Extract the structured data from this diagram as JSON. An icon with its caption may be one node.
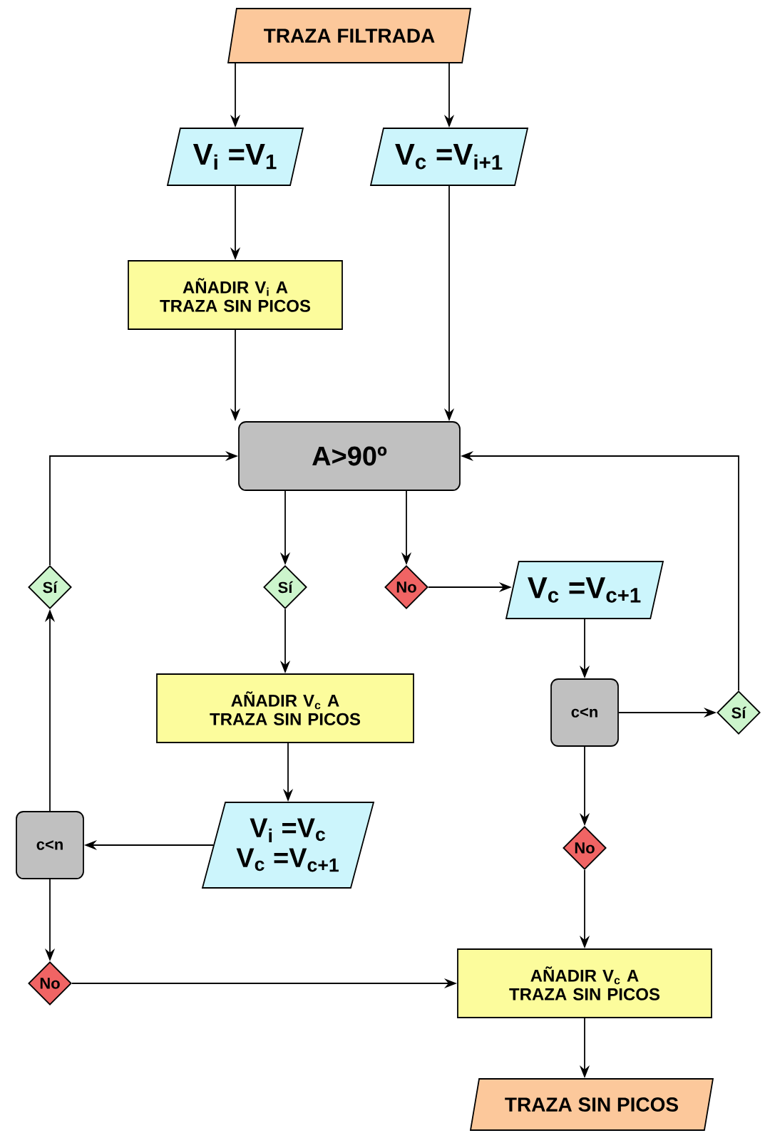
{
  "diagram": {
    "nodes": [
      {
        "text": [
          "TRAZA FILTRADA"
        ]
      },
      {
        "text": [
          "V$_{i}$ =V$_{1}$"
        ]
      },
      {
        "text": [
          "V$_{c}$ =V$_{i+1}$"
        ]
      },
      {
        "text": [
          "AÑADIR V$_{i}$ A TRAZA SIN PICOS"
        ]
      },
      {
        "text": [
          "A>90º"
        ]
      },
      {
        "text": [
          "Sí"
        ]
      },
      {
        "text": [
          "Sí"
        ]
      },
      {
        "text": [
          "No"
        ]
      },
      {
        "text": [
          "V$_{c}$ =V$_{c+1}$"
        ]
      },
      {
        "text": [
          "AÑADIR V$_{c}$ A TRAZA SIN PICOS"
        ]
      },
      {
        "text": [
          "c<n"
        ]
      },
      {
        "text": [
          "Sí"
        ]
      },
      {
        "text": [
          "V$_{i}$ =V$_{c}$",
          "V$_{c}$ =V$_{c+1}$"
        ]
      },
      {
        "text": [
          "c<n"
        ]
      },
      {
        "text": [
          "No"
        ]
      },
      {
        "text": [
          "No"
        ]
      },
      {
        "text": [
          "AÑADIR V$_{c}$ A TRAZA SIN PICOS"
        ]
      },
      {
        "text": [
          "TRAZA SIN PICOS"
        ]
      }
    ],
    "edges": [
      {
        "from": 0,
        "to": 1,
        "arrow": "to"
      },
      {
        "from": 0,
        "to": 2,
        "arrow": "to"
      },
      {
        "from": 1,
        "to": 3,
        "arrow": "to"
      },
      {
        "from": 3,
        "to": 4,
        "arrow": "to"
      },
      {
        "from": 2,
        "to": 4,
        "arrow": "to"
      },
      {
        "from": 4,
        "to": 6,
        "arrow": "to"
      },
      {
        "from": 4,
        "to": 7,
        "arrow": "to"
      },
      {
        "from": 7,
        "to": 8,
        "arrow": "to"
      },
      {
        "from": 6,
        "to": 9,
        "arrow": "to"
      },
      {
        "from": 8,
        "to": 10,
        "arrow": "to"
      },
      {
        "from": 10,
        "to": 11,
        "arrow": "to"
      },
      {
        "from": 11,
        "to": 4,
        "arrow": "to"
      },
      {
        "from": 10,
        "to": 14,
        "arrow": "to"
      },
      {
        "from": 9,
        "to": 12,
        "arrow": "to"
      },
      {
        "from": 12,
        "to": 13,
        "arrow": "to"
      },
      {
        "from": 13,
        "to": 5,
        "arrow": "to"
      },
      {
        "from": 5,
        "to": 4,
        "arrow": "to"
      },
      {
        "from": 13,
        "to": 15,
        "arrow": "to"
      },
      {
        "from": 15,
        "to": 16,
        "arrow": "to"
      },
      {
        "from": 14,
        "to": 16,
        "arrow": "to"
      },
      {
        "from": 16,
        "to": 17,
        "arrow": "to"
      }
    ]
  }
}
